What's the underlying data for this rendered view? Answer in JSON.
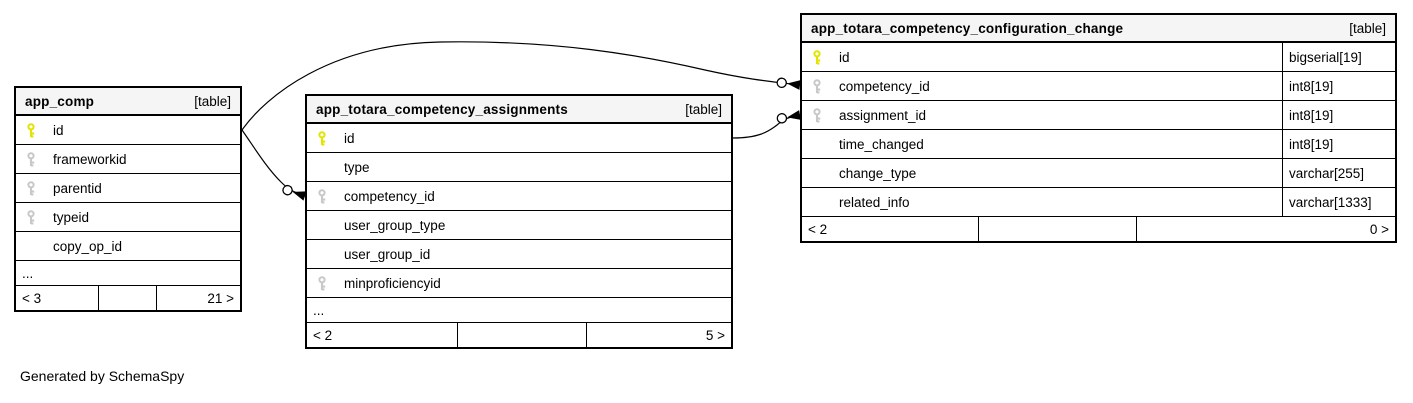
{
  "diagram": {
    "generated_by": "Generated by SchemaSpy"
  },
  "colors": {
    "primary_key": "#e3e300",
    "foreign_key": "#c8c8c8",
    "edge": "#000000",
    "header_bg": "#f5f5f5"
  },
  "tables": [
    {
      "name": "app_comp",
      "tag": "[table]",
      "has_types": false,
      "columns": [
        {
          "name": "id",
          "key": "primary",
          "type": ""
        },
        {
          "name": "frameworkid",
          "key": "foreign",
          "type": ""
        },
        {
          "name": "parentid",
          "key": "foreign",
          "type": ""
        },
        {
          "name": "typeid",
          "key": "foreign",
          "type": ""
        },
        {
          "name": "copy_op_id",
          "key": "none",
          "type": ""
        },
        {
          "name": "...",
          "key": "ellipsis",
          "type": ""
        }
      ],
      "footer": {
        "left": "< 3",
        "middle": "",
        "right": "21 >"
      }
    },
    {
      "name": "app_totara_competency_assignments",
      "tag": "[table]",
      "has_types": false,
      "columns": [
        {
          "name": "id",
          "key": "primary",
          "type": ""
        },
        {
          "name": "type",
          "key": "none",
          "type": ""
        },
        {
          "name": "competency_id",
          "key": "foreign",
          "type": ""
        },
        {
          "name": "user_group_type",
          "key": "none",
          "type": ""
        },
        {
          "name": "user_group_id",
          "key": "none",
          "type": ""
        },
        {
          "name": "minproficiencyid",
          "key": "foreign",
          "type": ""
        },
        {
          "name": "...",
          "key": "ellipsis",
          "type": ""
        }
      ],
      "footer": {
        "left": "< 2",
        "middle": "",
        "right": "5 >"
      }
    },
    {
      "name": "app_totara_competency_configuration_change",
      "tag": "[table]",
      "has_types": true,
      "columns": [
        {
          "name": "id",
          "key": "primary",
          "type": "bigserial[19]"
        },
        {
          "name": "competency_id",
          "key": "foreign",
          "type": "int8[19]"
        },
        {
          "name": "assignment_id",
          "key": "foreign",
          "type": "int8[19]"
        },
        {
          "name": "time_changed",
          "key": "none",
          "type": "int8[19]"
        },
        {
          "name": "change_type",
          "key": "none",
          "type": "varchar[255]"
        },
        {
          "name": "related_info",
          "key": "none",
          "type": "varchar[1333]"
        }
      ],
      "footer": {
        "left": "< 2",
        "middle": "",
        "right": "0 >"
      }
    }
  ],
  "relationships": [
    {
      "from": "app_comp.id",
      "to": "app_totara_competency_configuration_change.competency_id"
    },
    {
      "from": "app_comp.id",
      "to": "app_totara_competency_assignments.competency_id"
    },
    {
      "from": "app_totara_competency_assignments.id",
      "to": "app_totara_competency_configuration_change.assignment_id"
    }
  ]
}
